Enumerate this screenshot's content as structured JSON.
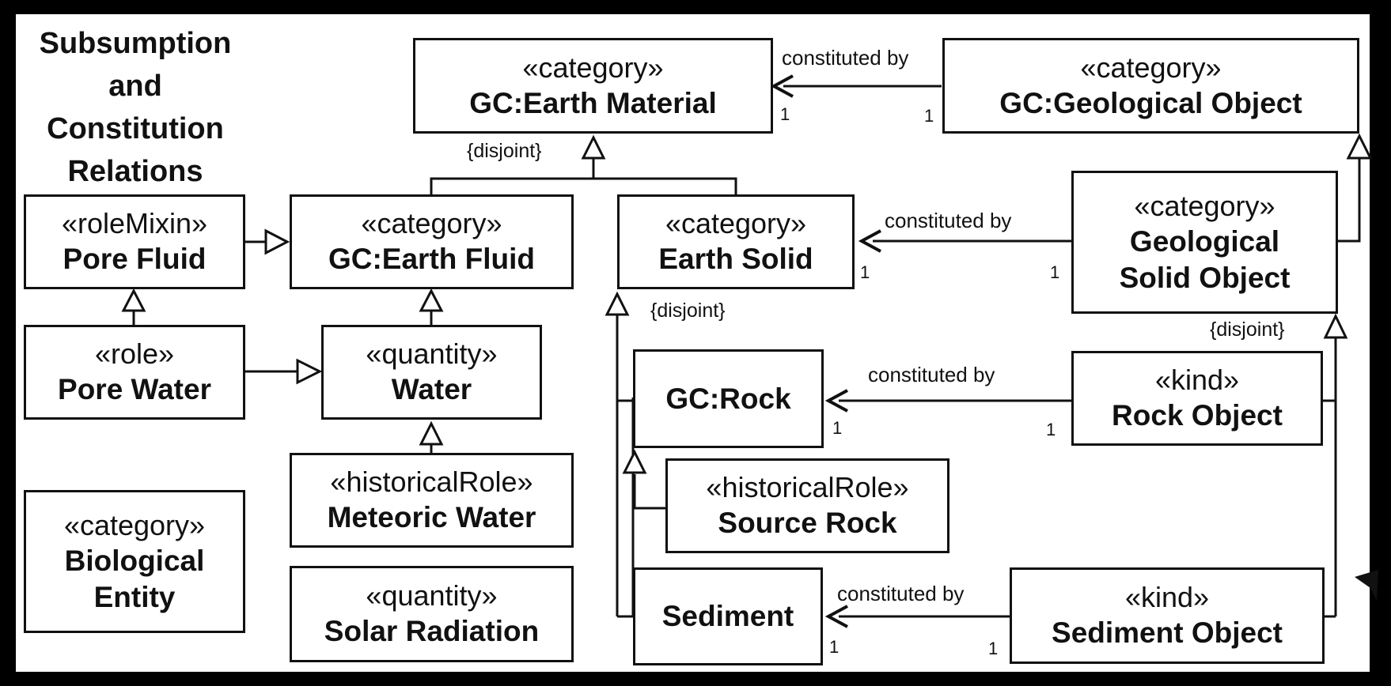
{
  "diagram": {
    "heading": [
      "Subsumption and",
      "Constitution",
      "Relations"
    ],
    "classes": {
      "earth_material": {
        "stereotype": "«category»",
        "name": "GC:Earth Material"
      },
      "geological_object": {
        "stereotype": "«category»",
        "name": "GC:Geological Object"
      },
      "pore_fluid": {
        "stereotype": "«roleMixin»",
        "name": "Pore Fluid"
      },
      "earth_fluid": {
        "stereotype": "«category»",
        "name": "GC:Earth Fluid"
      },
      "earth_solid": {
        "stereotype": "«category»",
        "name": "Earth Solid"
      },
      "geological_solid_object": {
        "stereotype": "«category»",
        "name_lines": [
          "Geological",
          "Solid Object"
        ]
      },
      "pore_water": {
        "stereotype": "«role»",
        "name": "Pore Water"
      },
      "water": {
        "stereotype": "«quantity»",
        "name": "Water"
      },
      "rock": {
        "name": "GC:Rock"
      },
      "rock_object": {
        "stereotype": "«kind»",
        "name": "Rock Object"
      },
      "meteoric_water": {
        "stereotype": "«historicalRole»",
        "name": "Meteoric Water"
      },
      "source_rock": {
        "stereotype": "«historicalRole»",
        "name": "Source Rock"
      },
      "biological_entity": {
        "stereotype": "«category»",
        "name_lines": [
          "Biological",
          "Entity"
        ]
      },
      "solar_radiation": {
        "stereotype": "«quantity»",
        "name": "Solar Radiation"
      },
      "sediment": {
        "name": "Sediment"
      },
      "sediment_object": {
        "stereotype": "«kind»",
        "name": "Sediment Object"
      }
    },
    "relations": {
      "constituted_by": "constituted by",
      "multiplicity_one": "1",
      "disjoint": "{disjoint}"
    }
  }
}
